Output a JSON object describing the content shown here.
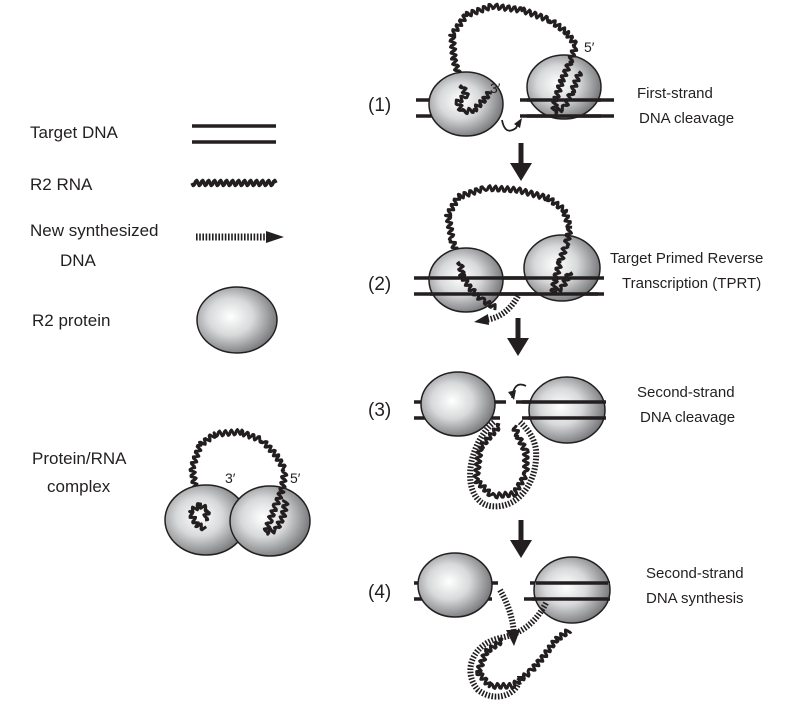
{
  "legend": {
    "target_dna": "Target DNA",
    "r2_rna": "R2 RNA",
    "new_dna_line1": "New synthesized",
    "new_dna_line2": "DNA",
    "r2_protein": "R2 protein",
    "complex_line1": "Protein/RNA",
    "complex_line2": "complex"
  },
  "ends": {
    "three_prime": "3′",
    "five_prime": "5′"
  },
  "steps": [
    {
      "num": "(1)",
      "line1": "First-strand",
      "line2": "DNA cleavage"
    },
    {
      "num": "(2)",
      "line1": "Target Primed Reverse",
      "line2": "Transcription (TPRT)"
    },
    {
      "num": "(3)",
      "line1": "Second-strand",
      "line2": "DNA cleavage"
    },
    {
      "num": "(4)",
      "line1": "Second-strand",
      "line2": "DNA synthesis"
    }
  ],
  "colors": {
    "ink": "#231f20",
    "protein_light": "#ffffff",
    "protein_dark": "#6d6e71"
  }
}
